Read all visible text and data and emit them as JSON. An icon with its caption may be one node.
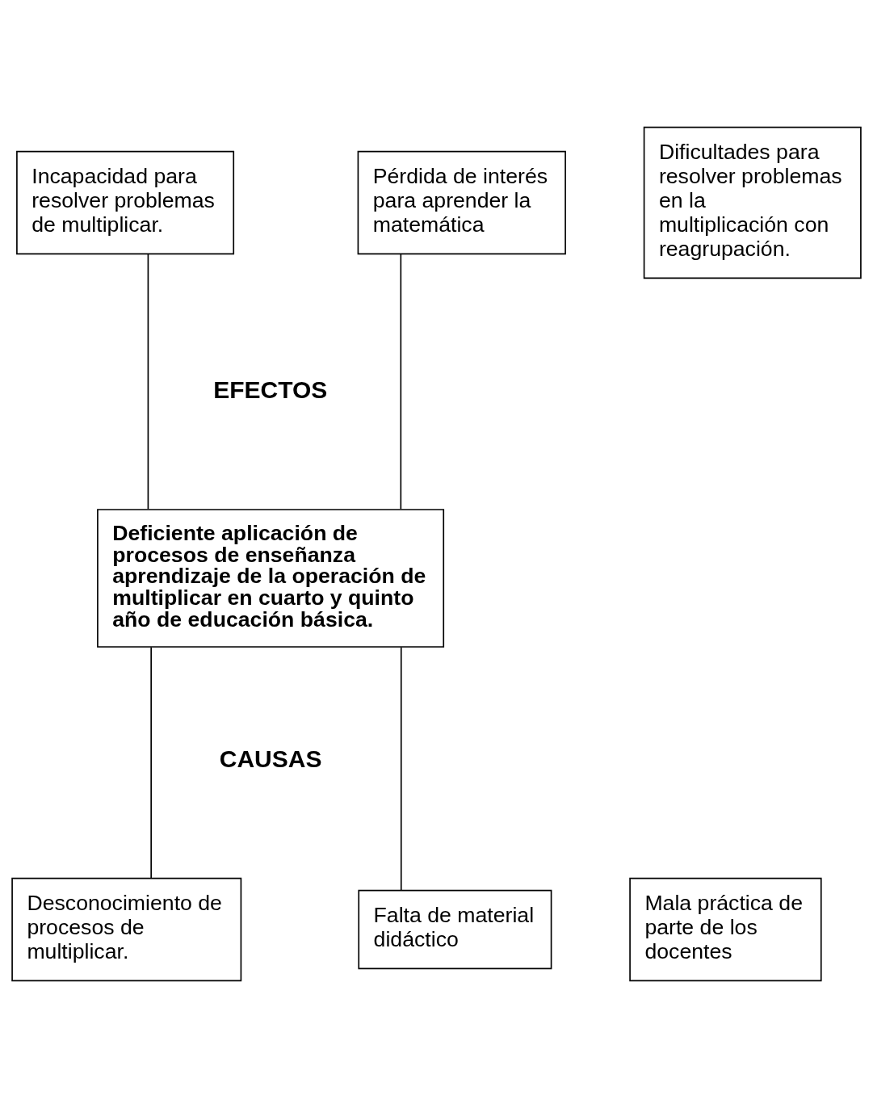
{
  "diagram": {
    "nodes": [
      {
        "text": [
          "Incapacidad para resolver problemas de multiplicar."
        ]
      },
      {
        "text": [
          "Dificultades para resolver problemas en la multiplicación con reagrupación."
        ]
      },
      {
        "text": [
          "Pérdida de interés para aprender la matemática"
        ]
      },
      {
        "text": [
          "Deficiente aplicación de procesos de enseñanza aprendizaje de la operación de multiplicar en cuarto y quinto año de educación básica."
        ]
      },
      {
        "text": [
          "Desconocimiento de procesos de multiplicar."
        ]
      },
      {
        "text": [
          "Mala práctica de parte de los docentes"
        ]
      },
      {
        "text": [
          "Falta de material didáctico"
        ]
      }
    ],
    "edges": [
      {
        "from": 0,
        "to": 3,
        "arrow": "none"
      },
      {
        "from": 2,
        "to": 3,
        "arrow": "none"
      },
      {
        "from": 3,
        "to": 4,
        "arrow": "none"
      },
      {
        "from": 3,
        "to": 6,
        "arrow": "none"
      }
    ],
    "labels": [
      "EFECTOS",
      "CAUSAS"
    ]
  }
}
